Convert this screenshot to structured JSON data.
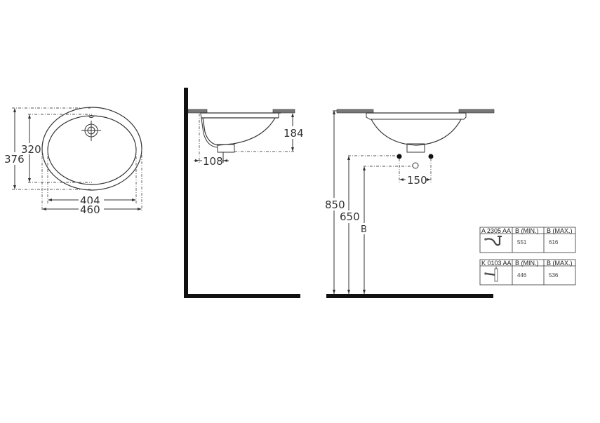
{
  "top_view": {
    "outer_width": "460",
    "inner_width": "404",
    "outer_depth": "376",
    "inner_depth": "320"
  },
  "side_view": {
    "bowl_height": "184",
    "drain_offset": "108"
  },
  "front_view": {
    "counter_height": "850",
    "supply_height": "650",
    "trap_height": "B",
    "supply_spacing": "150"
  },
  "trap_table": {
    "rows": [
      {
        "code": "A 2305 AA",
        "col_min": "B (MIN.)",
        "col_max": "B (MAX.)",
        "icon": "p-trap-icon",
        "min": "551",
        "max": "616"
      },
      {
        "code": "K 0103 AA",
        "col_min": "B (MIN.)",
        "col_max": "B (MAX.)",
        "icon": "bottle-trap-icon",
        "min": "446",
        "max": "536"
      }
    ]
  }
}
